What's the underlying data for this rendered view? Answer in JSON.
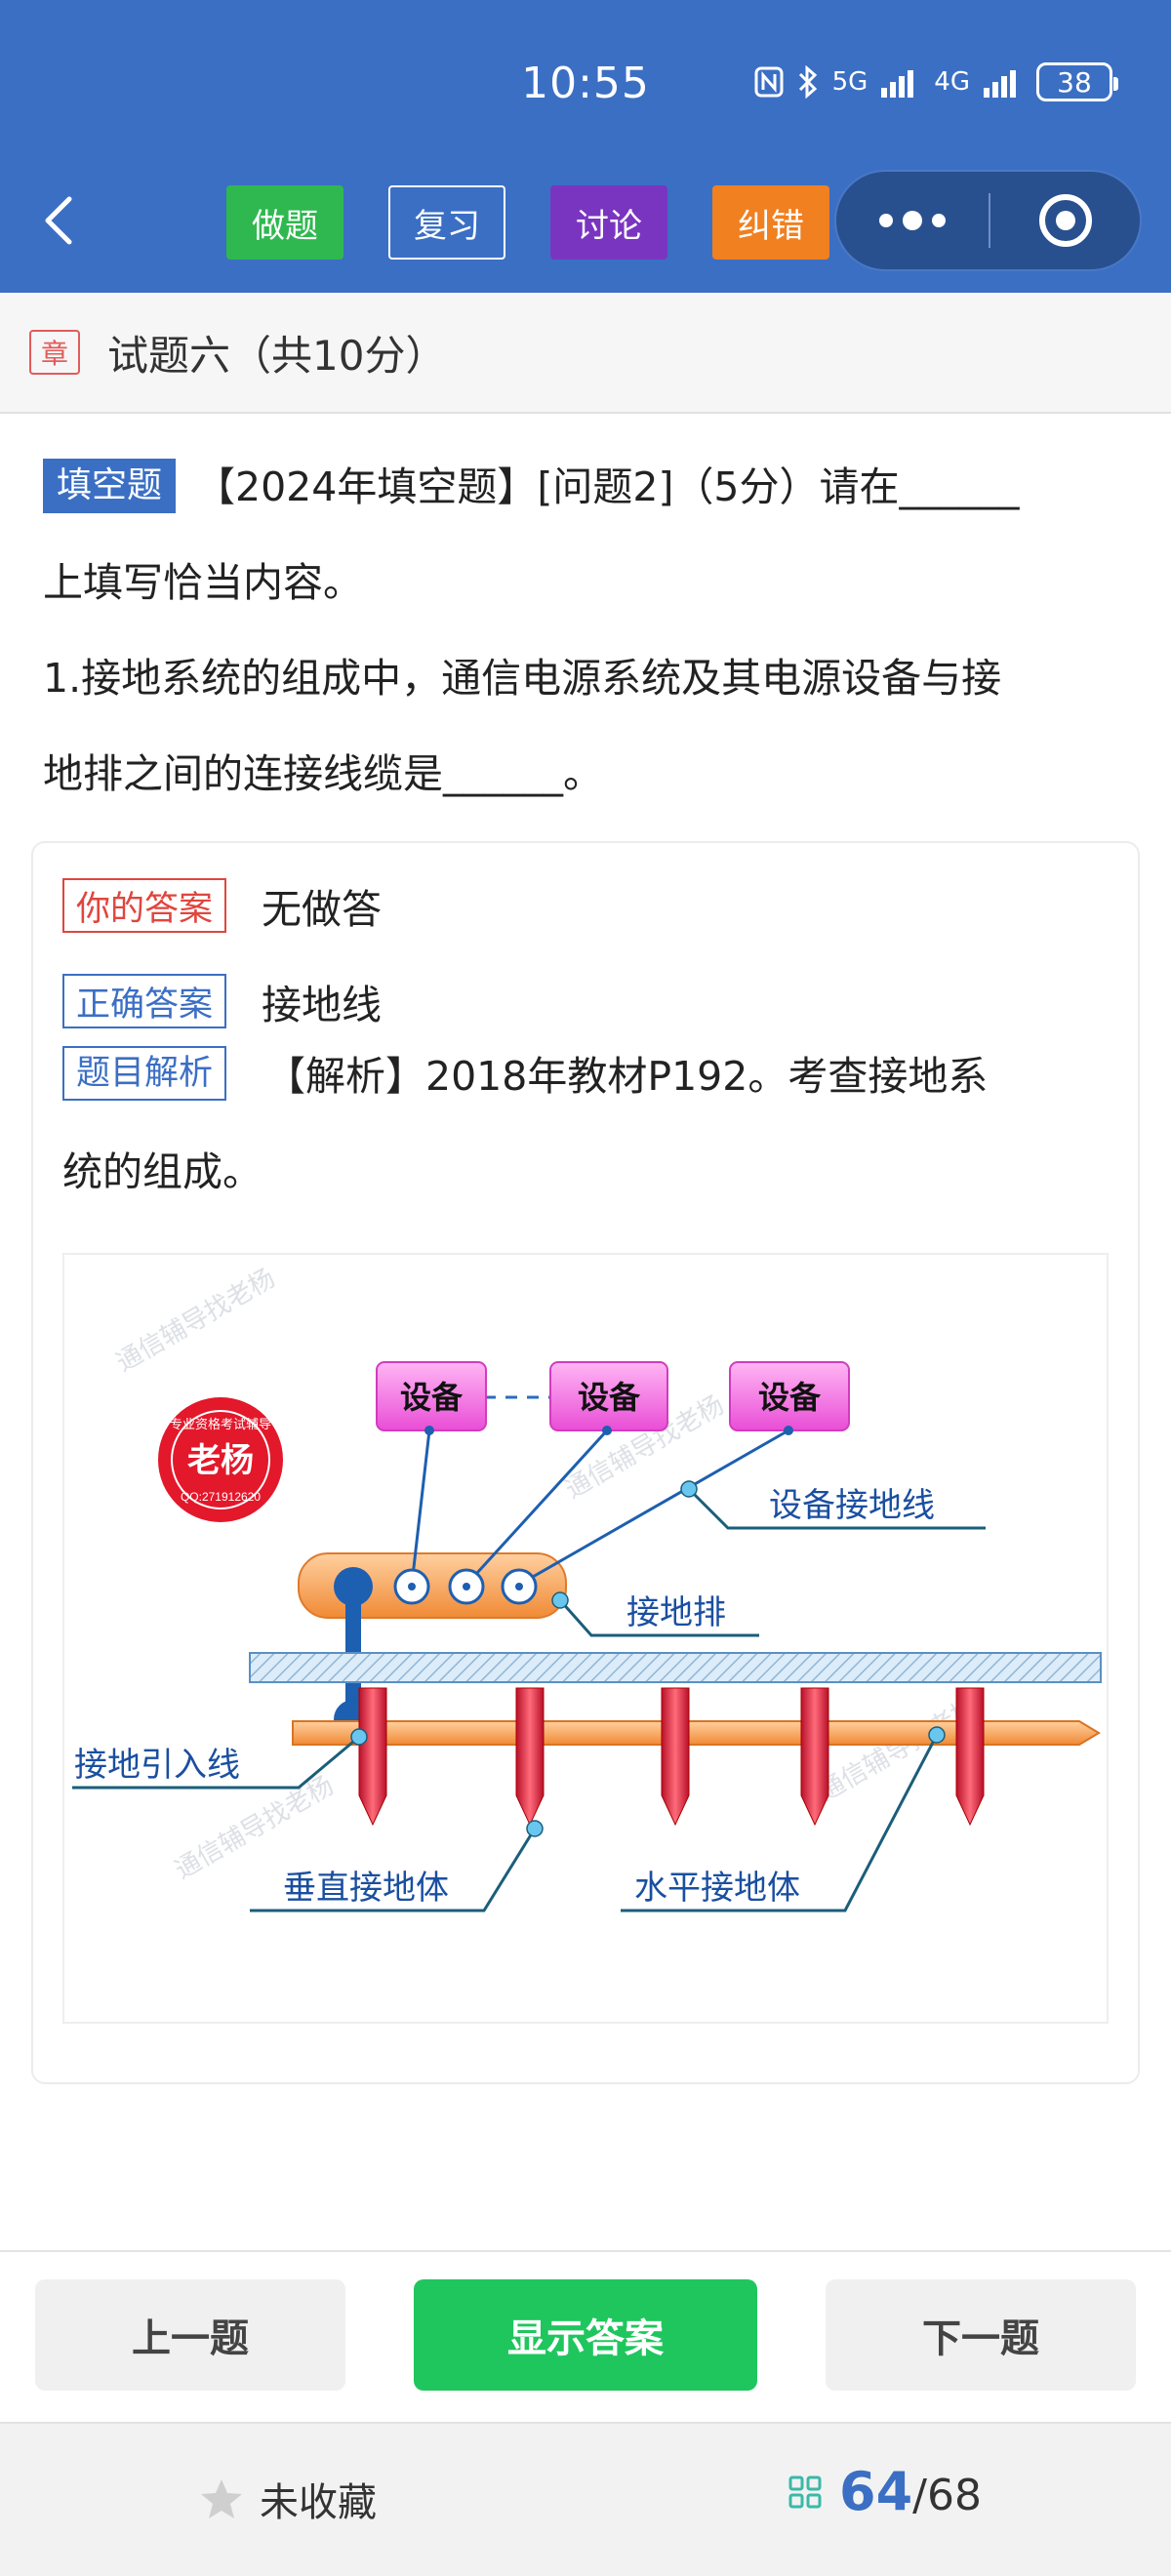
{
  "status_bar": {
    "time": "10:55",
    "network1": "5G",
    "network2": "4G",
    "battery": "38"
  },
  "nav": {
    "tabs": {
      "do": "做题",
      "review": "复习",
      "discuss": "讨论",
      "fix": "纠错"
    },
    "colors": {
      "header": "#3b6fc4",
      "do": "#2fb84f",
      "discuss": "#7a35c0",
      "fix": "#f08020"
    }
  },
  "chapter": {
    "tag": "章",
    "title": "试题六（共10分）"
  },
  "question": {
    "type": "填空题",
    "line1": "【2024年填空题】[问题2]（5分）请在______",
    "line2": "上填写恰当内容。",
    "line3": "1.接地系统的组成中，通信电源系统及其电源设备与接",
    "line4": "地排之间的连接线缆是______。"
  },
  "answer": {
    "your_label": "你的答案",
    "your_value": "无做答",
    "correct_label": "正确答案",
    "correct_value": "接地线",
    "analysis_label": "题目解析",
    "analysis_line1": "【解析】2018年教材P192。考查接地系",
    "analysis_line2": "统的组成。"
  },
  "diagram": {
    "device1": "设备",
    "device2": "设备",
    "device3": "设备",
    "equipment_ground_wire": "设备接地线",
    "ground_bar": "接地排",
    "ground_lead": "接地引入线",
    "vertical_electrode": "垂直接地体",
    "horizontal_electrode": "水平接地体",
    "seal_center": "老杨",
    "seal_ring": "专业资格考试辅导",
    "seal_qq": "QQ:271912620",
    "watermark": "通信辅导找老杨"
  },
  "buttons": {
    "prev": "上一题",
    "show": "显示答案",
    "next": "下一题"
  },
  "footer": {
    "favorite": "未收藏",
    "current": "64",
    "total": "/68"
  }
}
